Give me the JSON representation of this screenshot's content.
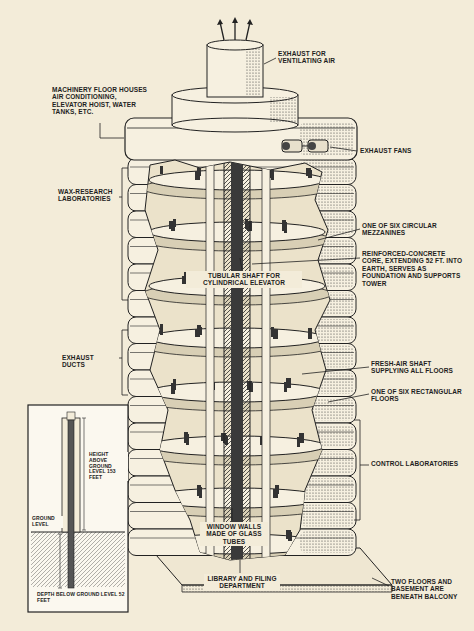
{
  "diagram": {
    "labels": [
      "EXHAUST FOR VENTILATING AIR",
      "MACHINERY FLOOR HOUSES AIR CONDITIONING, ELEVATOR HOIST, WATER TANKS, ETC.",
      "EXHAUST FANS",
      "WAX-RESEARCH LABORATORIES",
      "ONE OF SIX CIRCULAR MEZZANINES",
      "REINFORCED-CONCRETE CORE, EXTENDING 52 FT. INTO EARTH, SERVES AS FOUNDATION AND SUPPORTS TOWER",
      "TUBULAR SHAFT FOR CYLINDRICAL ELEVATOR",
      "EXHAUST DUCTS",
      "FRESH-AIR SHAFT SUPPLYING ALL FLOORS",
      "ONE OF SIX RECTANGULAR FLOORS",
      "CONTROL LABORATORIES",
      "WINDOW WALLS MADE OF GLASS TUBES",
      "LIBRARY AND FILING DEPARTMENT",
      "TWO FLOORS AND BASEMENT ARE BENEATH BALCONY",
      "HEIGHT ABOVE GROUND LEVEL 153 FEET",
      "GROUND LEVEL",
      "DEPTH BELOW GROUND LEVEL 52 FEET"
    ]
  }
}
